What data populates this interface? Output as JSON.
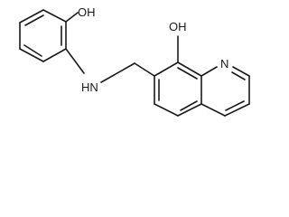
{
  "molecule": {
    "labels": {
      "phenol_oh": "OH",
      "quinolinol_oh": "OH",
      "amine_nh": "HN",
      "ring_n": "N"
    }
  },
  "colors": {
    "bond": "#1a1a1a",
    "background": "#ffffff"
  }
}
